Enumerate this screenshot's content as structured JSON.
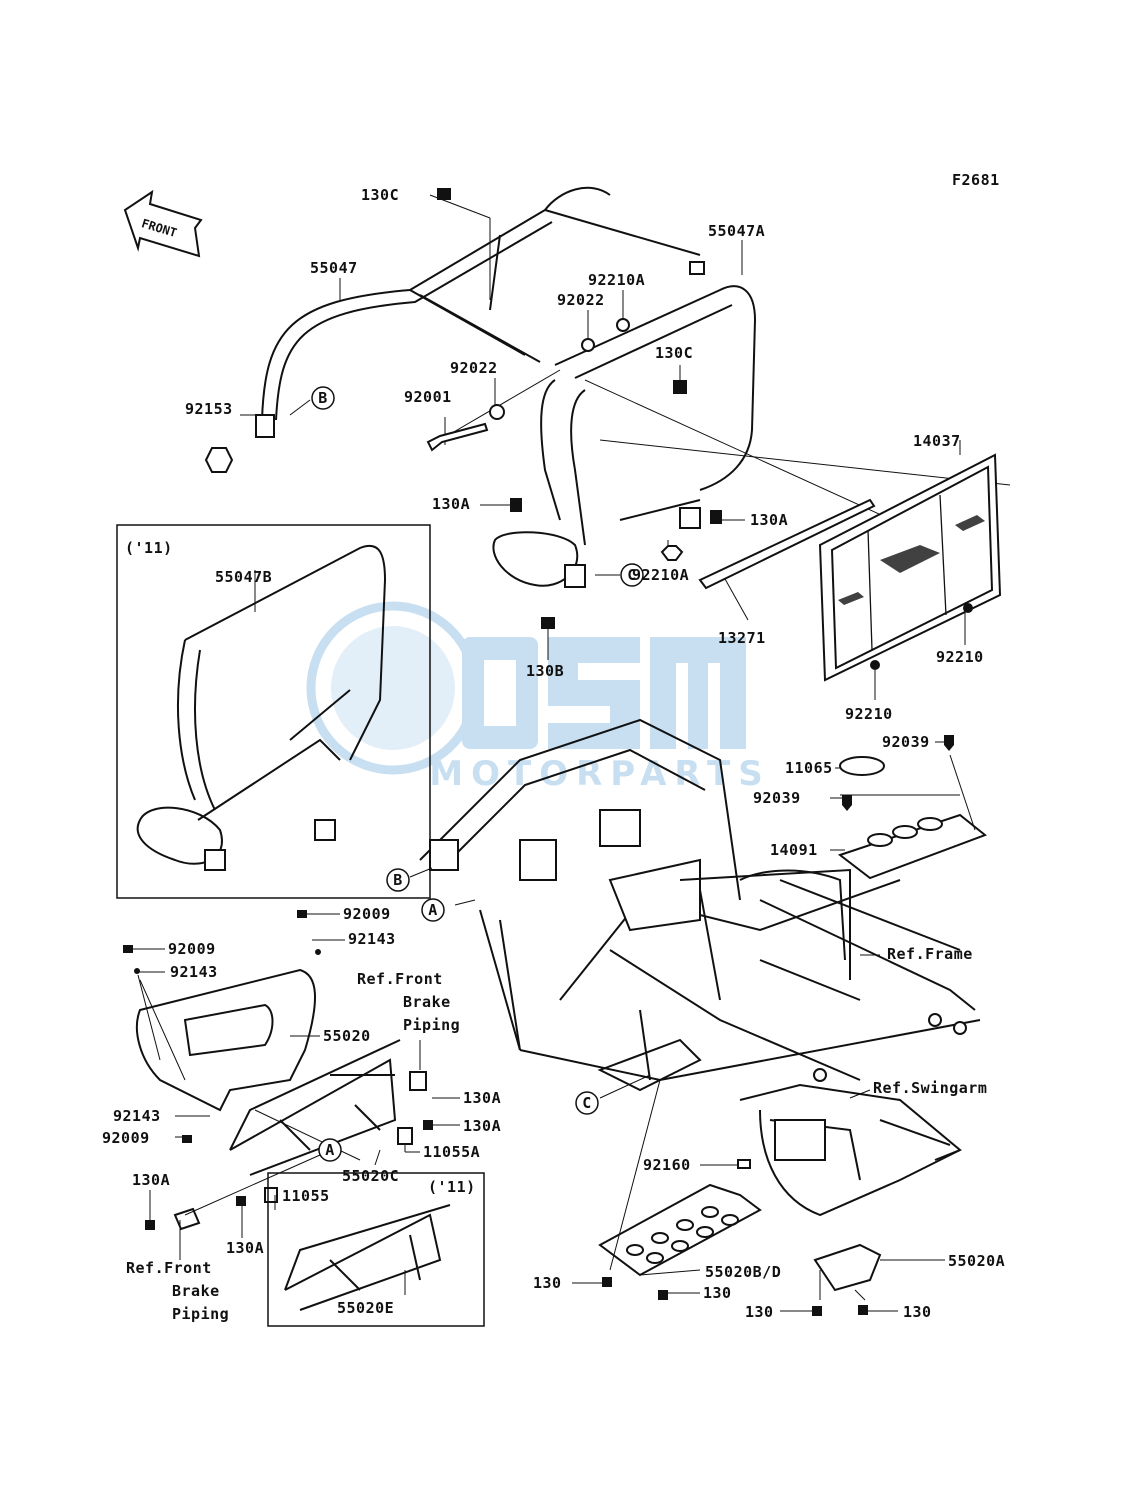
{
  "figure_code": "F2681",
  "front_arrow": {
    "text": "FRONT",
    "icon": "front-direction-arrow-icon"
  },
  "watermark": {
    "main": "osm",
    "sub": "MOTORPARTS",
    "color": "#3a90d0"
  },
  "year_boxes": {
    "left": "('11)",
    "bottom": "('11)"
  },
  "callouts": {
    "A": "A",
    "B": "B",
    "C": "C"
  },
  "labels": {
    "l_130C_top": "130C",
    "l_55047": "55047",
    "l_55047A": "55047A",
    "l_92210A_top": "92210A",
    "l_92022_top": "92022",
    "l_92022_mid": "92022",
    "l_130C_mid": "130C",
    "l_92001": "92001",
    "l_92153": "92153",
    "l_14037": "14037",
    "l_130A_left": "130A",
    "l_130A_right": "130A",
    "l_92210A_mid": "92210A",
    "l_13271": "13271",
    "l_130B": "130B",
    "l_92210_right": "92210",
    "l_92210_bottom": "92210",
    "l_55047B": "55047B",
    "l_92039_top": "92039",
    "l_11065": "11065",
    "l_92039_mid": "92039",
    "l_14091": "14091",
    "l_ref_frame": "Ref.Frame",
    "l_92009_a": "92009",
    "l_92143_a": "92143",
    "l_92009_b": "92009",
    "l_92143_b": "92143",
    "l_ref_front_brake_1": "Ref.Front",
    "l_ref_front_brake_2": "Brake",
    "l_ref_front_brake_3": "Piping",
    "l_55020": "55020",
    "l_130A_c": "130A",
    "l_ref_swingarm": "Ref.Swingarm",
    "l_92143_c": "92143",
    "l_92009_c": "92009",
    "l_130A_d": "130A",
    "l_11055A": "11055A",
    "l_55020C": "55020C",
    "l_130A_e": "130A",
    "l_11055": "11055",
    "l_130A_f": "130A",
    "l_ref_front_brake_b1": "Ref.Front",
    "l_ref_front_brake_b2": "Brake",
    "l_ref_front_brake_b3": "Piping",
    "l_55020E": "55020E",
    "l_92160": "92160",
    "l_130_a": "130",
    "l_55020BD": "55020B/D",
    "l_130_b": "130",
    "l_55020A": "55020A",
    "l_130_c": "130",
    "l_130_d": "130"
  }
}
